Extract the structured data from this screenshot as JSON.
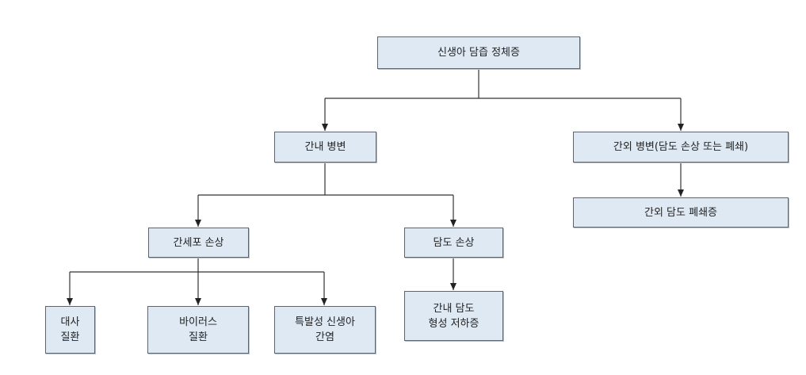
{
  "diagram": {
    "type": "flowchart",
    "root": {
      "label": "신생아 담즙 정체증"
    },
    "intrahepatic": {
      "label": "간내 병변"
    },
    "extrahepatic": {
      "label": "간외 병변(담도 손상 또는 폐쇄)"
    },
    "extrahepatic_obstruction": {
      "label": "간외 담도 폐쇄증"
    },
    "hepatocyte_injury": {
      "label": "간세포 손상"
    },
    "bile_duct_injury": {
      "label": "담도 손상"
    },
    "metabolic": {
      "line1": "대사",
      "line2": "질환"
    },
    "viral": {
      "line1": "바이러스",
      "line2": "질환"
    },
    "idiopathic": {
      "line1": "특발성 신생아",
      "line2": "간염"
    },
    "intrahepatic_hypoplasia": {
      "line1": "간내 담도",
      "line2": "형성 저하증"
    }
  }
}
